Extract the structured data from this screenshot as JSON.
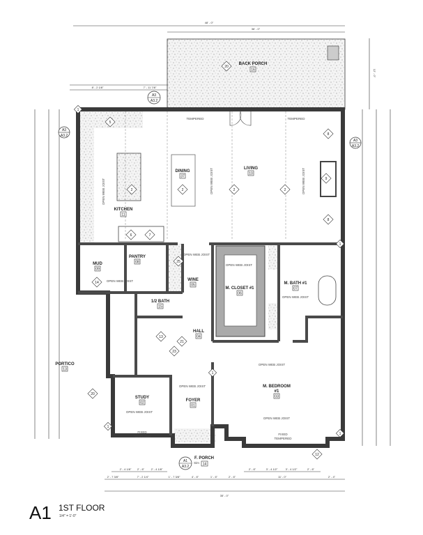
{
  "drawing": {
    "id": "A1",
    "title": "1ST FLOOR",
    "scale": "1/4\" = 1'-0\""
  },
  "rooms": {
    "back_porch": {
      "name": "BACK PORCH",
      "number": "16"
    },
    "kitchen": {
      "name": "KITCHEN",
      "number": "11"
    },
    "dining": {
      "name": "DINING",
      "number": "37"
    },
    "living": {
      "name": "LIVING",
      "number": "10"
    },
    "mud": {
      "name": "MUD",
      "number": "09"
    },
    "pantry": {
      "name": "PANTRY",
      "number": "08"
    },
    "wine": {
      "name": "WINE",
      "number": "05"
    },
    "half_bath": {
      "name": "1/2 BATH",
      "number": "15"
    },
    "hall": {
      "name": "HALL",
      "number": "04"
    },
    "m_closet": {
      "name": "M. CLOSET #1",
      "number": "06"
    },
    "m_bath": {
      "name": "M. BATH #1",
      "number": "07"
    },
    "m_bedroom": {
      "name": "M. BEDROOM",
      "name2": "#1",
      "number": "03"
    },
    "study": {
      "name": "STUDY",
      "number": "02"
    },
    "foyer": {
      "name": "FOYER",
      "number": "01"
    },
    "f_porch": {
      "name": "F. PORCH",
      "number": "14"
    },
    "portico": {
      "name": "PORTICO",
      "number": "13"
    }
  },
  "notes": {
    "joist": "OPEN WEB JOIST",
    "tempered": "TEMPERED",
    "fixed": "FIXED",
    "sim": "Sim"
  },
  "section_ref": {
    "top": "A3",
    "bottom": "A3.2",
    "bottom_top": "A1"
  },
  "dimensions": {
    "overall_top": "48' - 0\"",
    "porch_width": "36' - 0\"",
    "overall_bottom": "35' - 0\"",
    "bottom_segments": [
      "2' - 7 3/8\"",
      "7' - 2 1/4\"",
      "1' - 7 3/8\"",
      "4' - 6\"",
      "1' - 6\"",
      "2' - 6\"",
      "11' - 0\"",
      "2' - 4\""
    ],
    "window_segments": [
      "2' - 4 1/8\"",
      "2' - 6\"",
      "2' - 4 1/8\"",
      "2' - 6\"",
      "3' - 4 1/2\"",
      "3' - 4 1/2\"",
      "2' - 6\""
    ],
    "top_segments": [
      "8' - 2 1/8\"",
      "7' - 11 7/8\""
    ],
    "porch_depth": "12' - 0\""
  },
  "tags": {
    "two": "2",
    "one": "1",
    "eight": "8",
    "nine": "9",
    "five": "5",
    "six": "6",
    "seven": "7",
    "twelve": "12",
    "thirteen": "13",
    "fourteen": "14",
    "twenty": "20",
    "twentyone": "21",
    "twentythree": "23",
    "twentyfive": "25"
  }
}
